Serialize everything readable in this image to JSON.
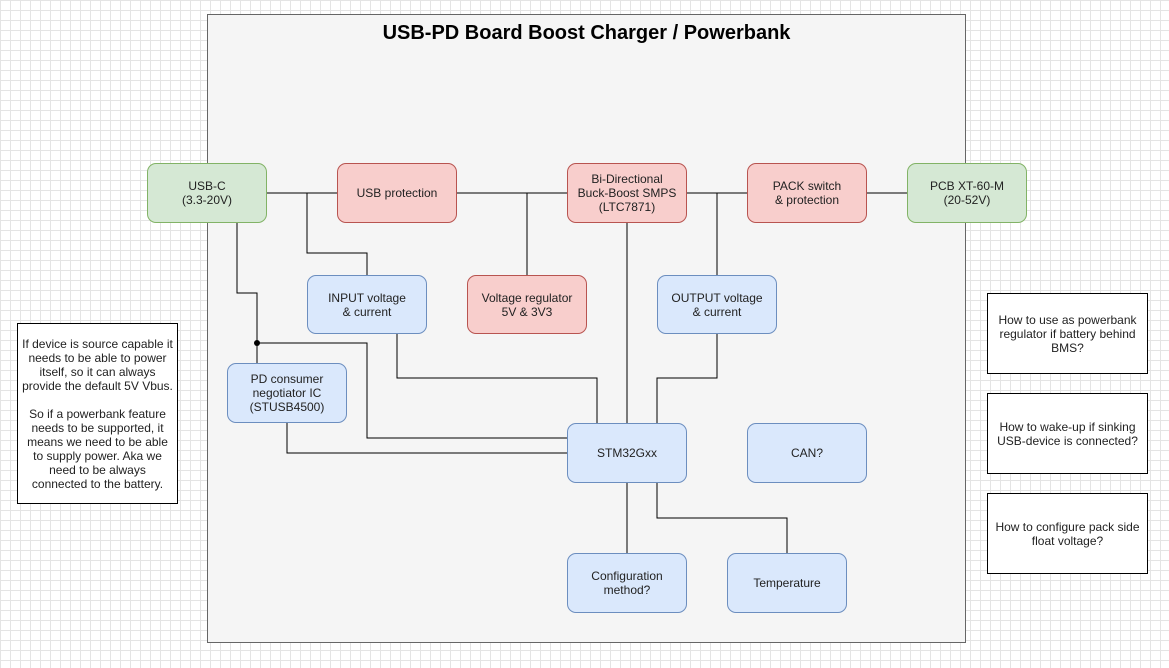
{
  "title": "USB-PD Board Boost Charger / Powerbank",
  "nodes": {
    "usbc": "USB-C\n(3.3-20V)",
    "usb_protection": "USB protection",
    "smps": "Bi-Directional\nBuck-Boost SMPS\n(LTC7871)",
    "pack_switch": "PACK switch\n& protection",
    "pcb_xt60": "PCB XT-60-M\n(20-52V)",
    "input_vc": "INPUT voltage\n& current",
    "vreg": "Voltage regulator\n5V & 3V3",
    "output_vc": "OUTPUT voltage\n& current",
    "pd_consumer": "PD consumer\nnegotiator IC\n(STUSB4500)",
    "stm32": "STM32Gxx",
    "can": "CAN?",
    "config": "Configuration\nmethod?",
    "temperature": "Temperature"
  },
  "notes": {
    "source_capable": "If device is source capable it needs to be able to power itself, so it can always provide the default 5V Vbus.\n\nSo if a powerbank feature needs to be supported, it means we need to be able to supply power. Aka we need to be always connected to the battery.",
    "powerbank_regulator": "How to use as powerbank regulator if battery behind BMS?",
    "wake_up": "How to wake-up if sinking USB-device is connected?",
    "float_voltage": "How to configure pack side float voltage?"
  },
  "colors": {
    "green_fill": "#d5e8d4",
    "red_fill": "#f8cecc",
    "blue_fill": "#dae8fc"
  }
}
